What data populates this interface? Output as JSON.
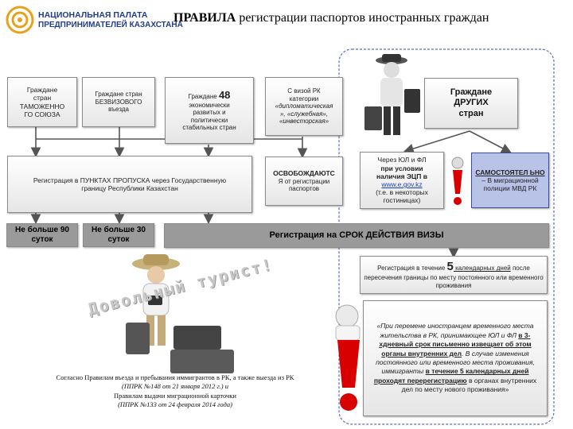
{
  "header": {
    "logo_line1": "НАЦИОНАЛЬНАЯ ПАЛАТА",
    "logo_line2": "ПРЕДПРИНИМАТЕЛЕЙ КАЗАХСТАНА",
    "title_bold": "ПРАВИЛА",
    "title_rest": " регистрации паспортов иностранных граждан"
  },
  "categories": [
    {
      "lines": [
        "Граждане",
        "стран",
        "ТАМОЖЕННО",
        "ГО СОЮЗА"
      ]
    },
    {
      "lines": [
        "Граждане стран",
        "БЕЗВИЗОВОГО",
        "въезда"
      ]
    },
    {
      "prefix": "Граждане ",
      "big": "48",
      "lines": [
        "экономически",
        "развитых и",
        "политически",
        "стабильных стран"
      ]
    },
    {
      "lines": [
        "С визой РК",
        "категории",
        "«дипломатическая",
        "», «служебная»,",
        "«инвесторская»"
      ]
    },
    {
      "lines": [
        "Граждане",
        "ДРУГИХ",
        "стран"
      ]
    }
  ],
  "registration_checkpoint": "Регистрация в ПУНКТАХ ПРОПУСКА через Государственную границу Республики Казахстан",
  "exempt": {
    "title": "ОСВОБОЖДАЮТС",
    "text": "Я от регистрации паспортов"
  },
  "yul": {
    "line1": "Через ЮЛ и ФЛ",
    "bold1": "при условии",
    "bold2": "наличия ЭЦП в",
    "link": "www.e.gov.kz",
    "after": "(т.е. в некоторых гостиницах)"
  },
  "self": {
    "bold": "САМОСТОЯТЕЛ ЬНО",
    "rest": " – В миграционной полиции МВД РК"
  },
  "limit90": "Не больше 90 суток",
  "limit30": "Не больше 30 суток",
  "visa_term": "Регистрация на СРОК ДЕЙСТВИЯ ВИЗЫ",
  "info5": {
    "pre": "Регистрация в течение ",
    "big": "5",
    "ul": " календарных дней",
    "rest": " после пересечения границы по месту постоянного или временного проживания"
  },
  "tourist": "Довольный турист!",
  "change": {
    "p1": "«При перемене иностранцем временного места жительства в РК, принимающее ЮЛ и ФЛ ",
    "ul1": "в 3-хдневный срок письменно извещает об этом органы внутренних дел",
    "p2": ". В случае изменения постоянного или временного места проживания, иммигранты ",
    "ul2": "в течение 5 календарных дней проходят перерегистрацию",
    "p3": " в органах внутренних дел по месту нового проживания»"
  },
  "footnote": {
    "l1": "Согласно Правилам въезда и пребывания иммигрантов в РК, а также выезда из РК",
    "l2": "(ППРК №148 от 21 января 2012 г.) и",
    "l3": "Правилам выдачи миграционной карточки",
    "l4": "(ППРК №133 от 24 февраля 2014 года)"
  },
  "colors": {
    "accent_blue": "#b9c3e8",
    "arrow": "#555555",
    "tourist_text": "#c8c8c8",
    "exclamation": "#d80000"
  }
}
